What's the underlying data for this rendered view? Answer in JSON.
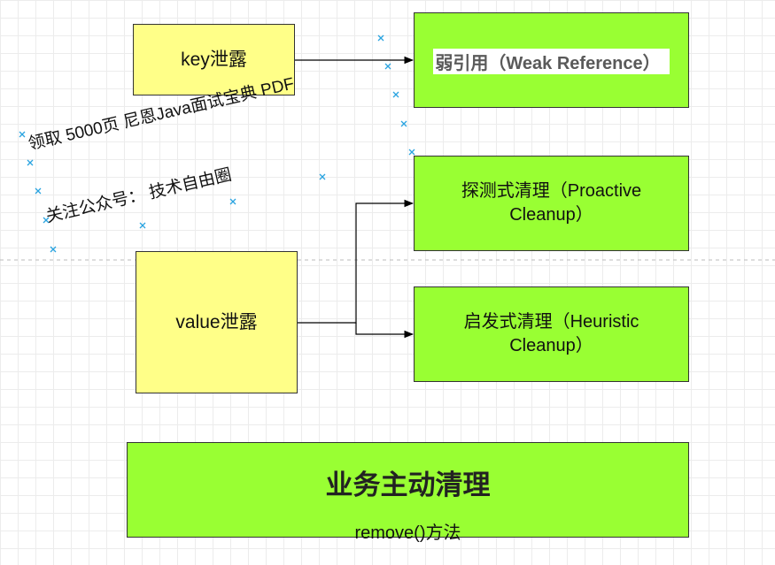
{
  "nodes": {
    "key_leak": "key泄露",
    "weak_reference": "弱引用（Weak Reference）",
    "proactive_cleanup": "探测式清理（Proactive Cleanup）",
    "value_leak": "value泄露",
    "heuristic_cleanup": "启发式清理（Heuristic Cleanup）",
    "business_cleanup_title": "业务主动清理",
    "business_cleanup_method": "remove()方法"
  },
  "watermark": {
    "line1": "领取 5000页 尼恩Java面试宝典 PDF",
    "line2": "关注公众号： 技术自由圈"
  },
  "colors": {
    "yellow_fill": "#ffff88",
    "green_fill": "#99ff33",
    "border": "#333333",
    "marker": "#29a3e0"
  },
  "edges": [
    {
      "from": "key_leak",
      "to": "weak_reference"
    },
    {
      "from": "value_leak",
      "to": "proactive_cleanup"
    },
    {
      "from": "value_leak",
      "to": "heuristic_cleanup"
    }
  ]
}
